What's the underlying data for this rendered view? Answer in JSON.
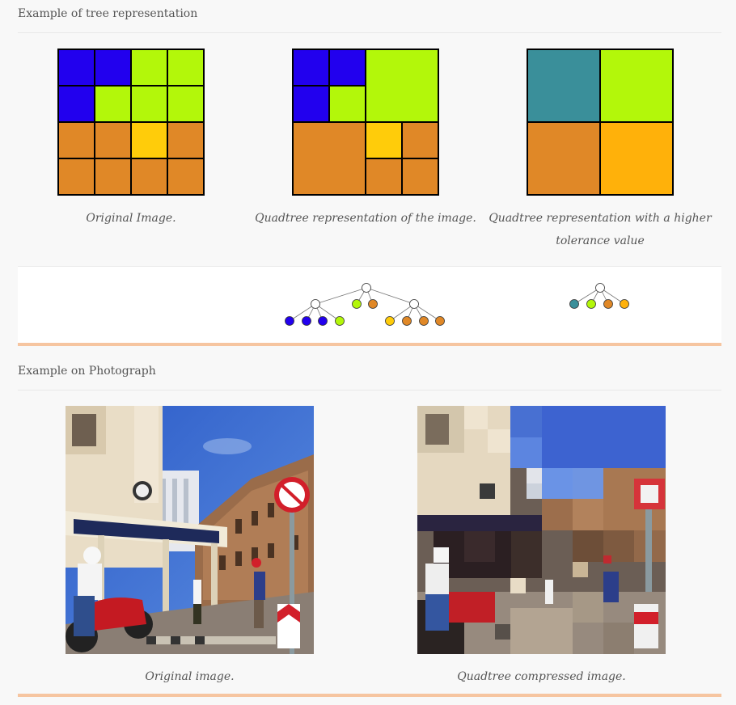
{
  "section1": {
    "title": "Example of tree representation",
    "captions": [
      "Original Image.",
      "Quadtree representation of the image.",
      "Quadtree representation with a higher tolerance value"
    ]
  },
  "section2": {
    "title": "Example on Photograph",
    "captions": [
      "Original image.",
      "Quadtree compressed image."
    ]
  },
  "colors": {
    "blue": "#2200ee",
    "green": "#b3f70a",
    "orange": "#e08827",
    "yellow": "#ffcc0a",
    "teal": "#3a8f9a",
    "amber": "#ffb10a",
    "accent_bar": "#f6c5a0"
  }
}
